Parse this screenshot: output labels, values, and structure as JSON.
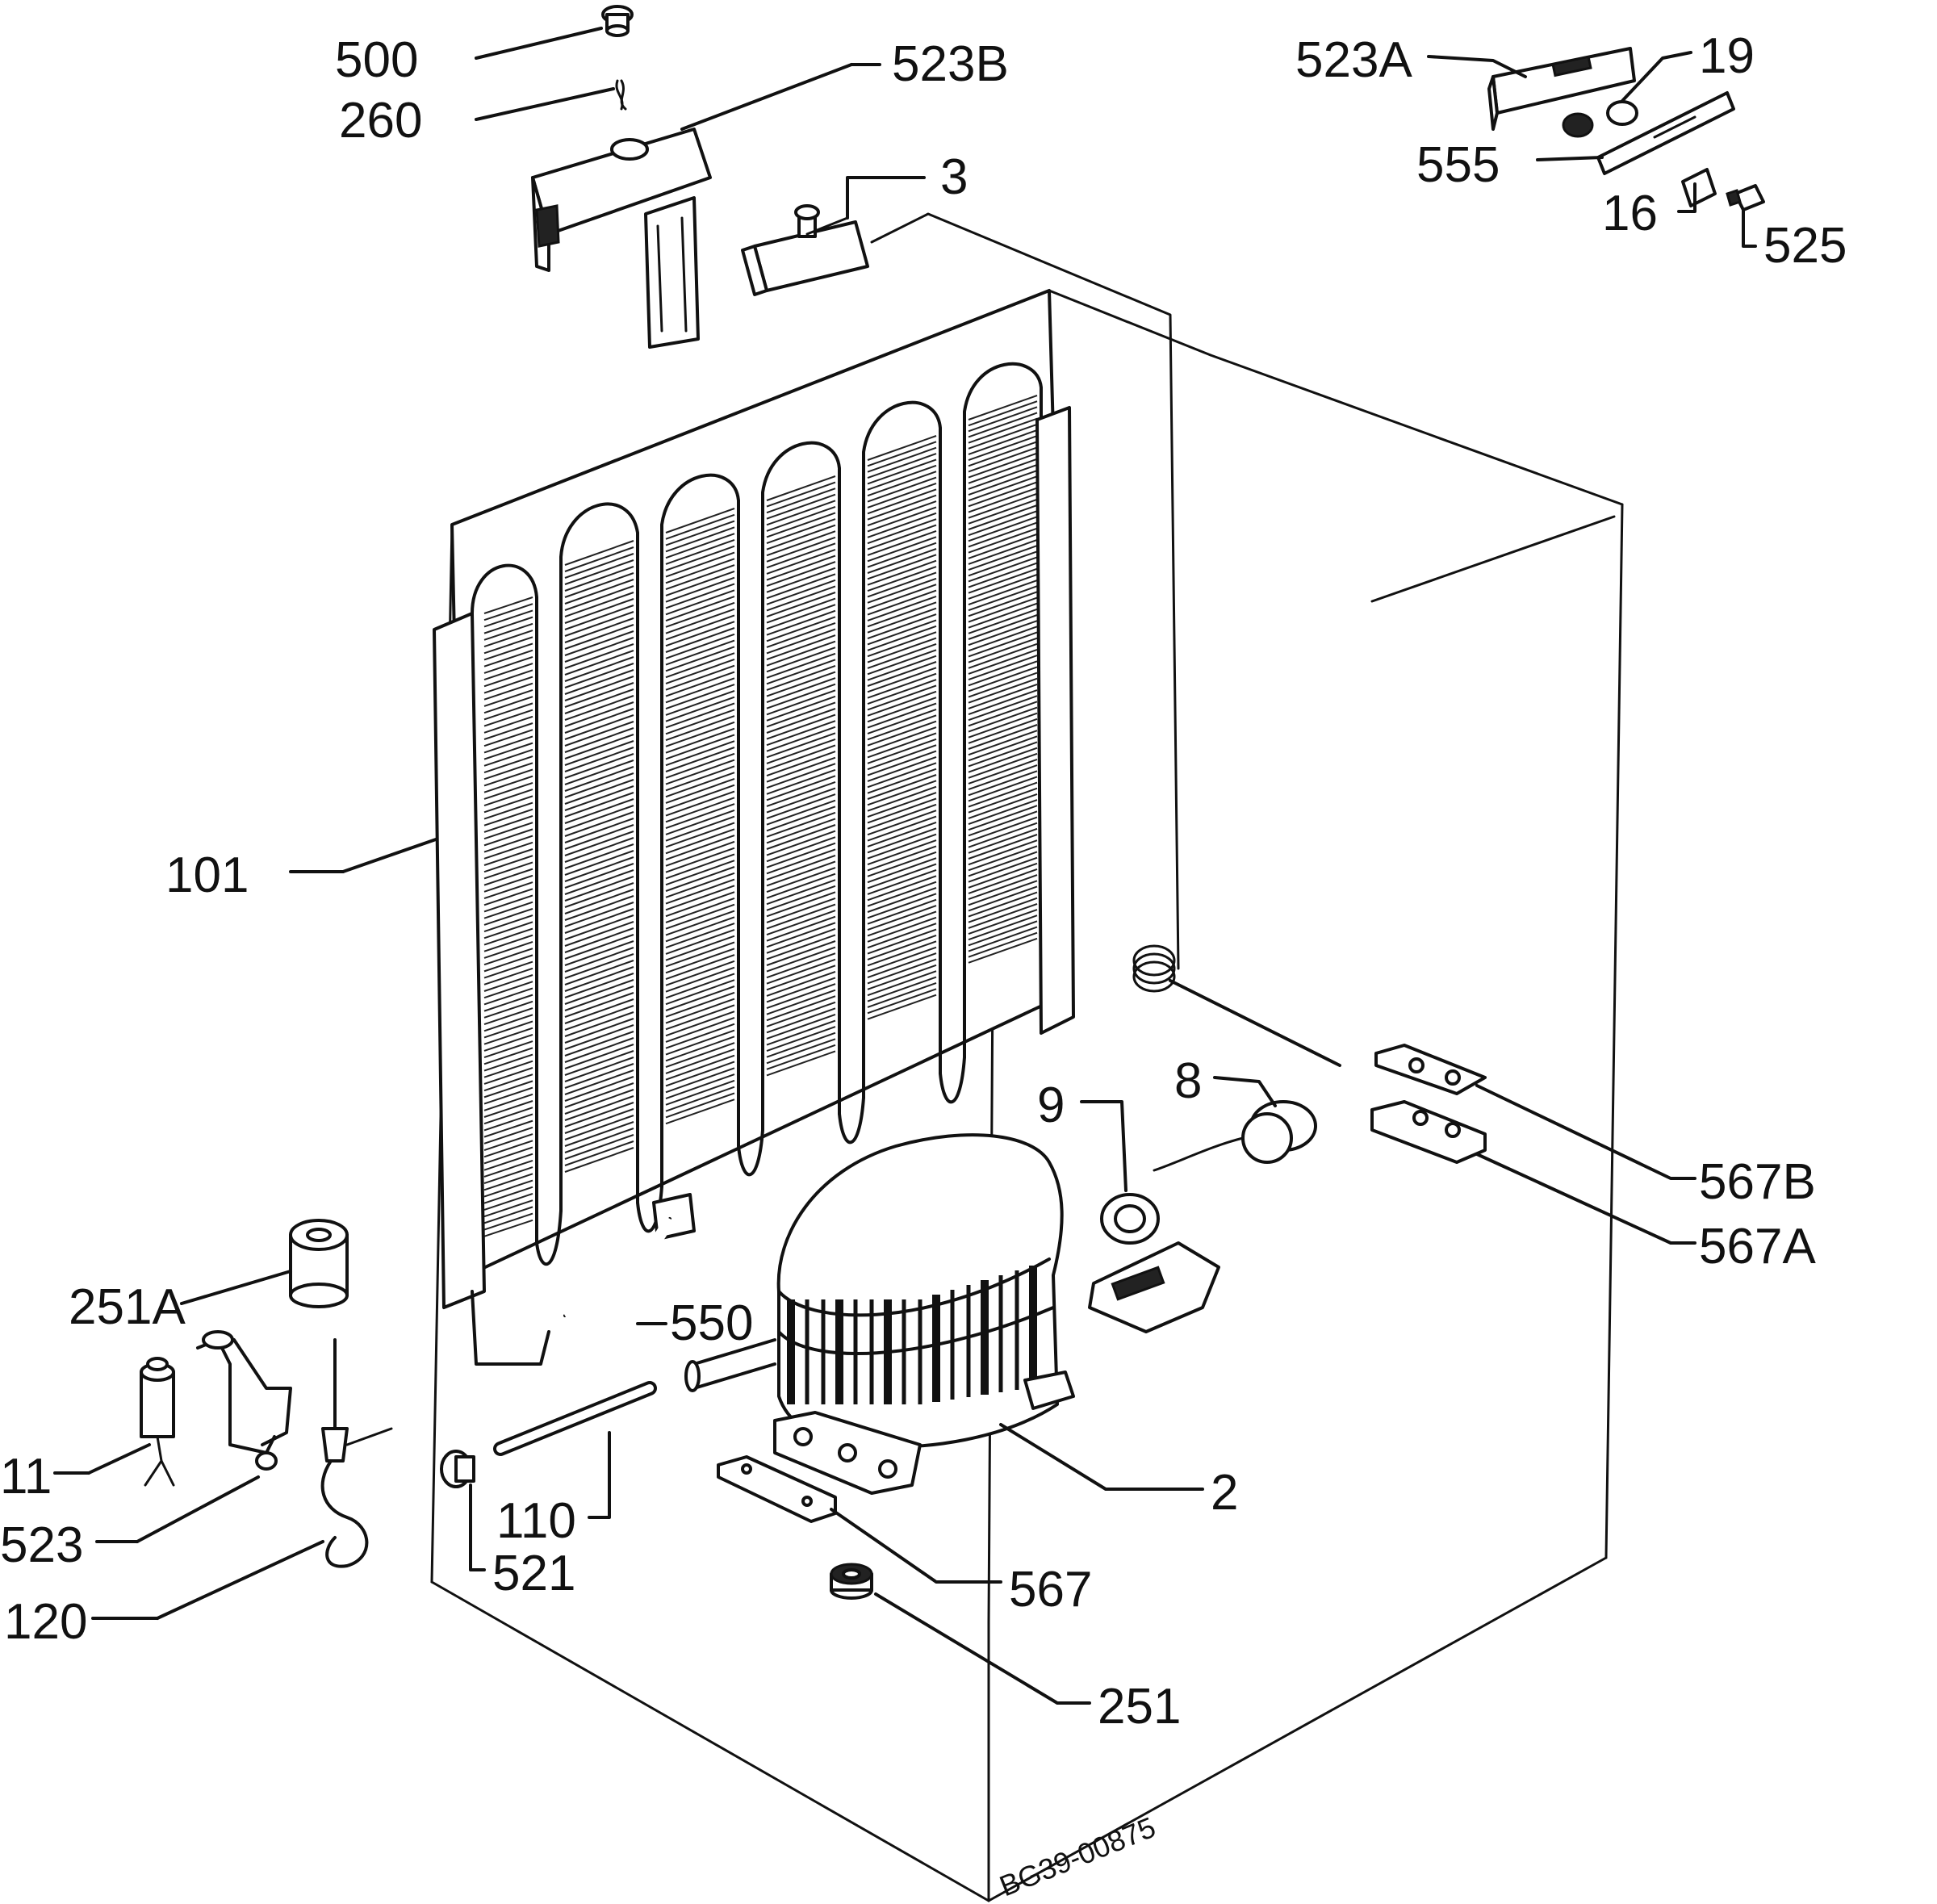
{
  "labels": {
    "p500": "500",
    "p260": "260",
    "p523B": "523B",
    "p3": "3",
    "p523A": "523A",
    "p19": "19",
    "p555": "555",
    "p16": "16",
    "p525": "525",
    "p101": "101",
    "p9": "9",
    "p8": "8",
    "p567B": "567B",
    "p567A": "567A",
    "p251A": "251A",
    "p550": "550",
    "p11": "11",
    "p523": "523",
    "p120": "120",
    "p110": "110",
    "p521": "521",
    "p2": "2",
    "p567": "567",
    "p251": "251"
  },
  "drawing_code": "BG39-00875",
  "colors": {
    "ink": "#111111",
    "paper": "#ffffff"
  }
}
